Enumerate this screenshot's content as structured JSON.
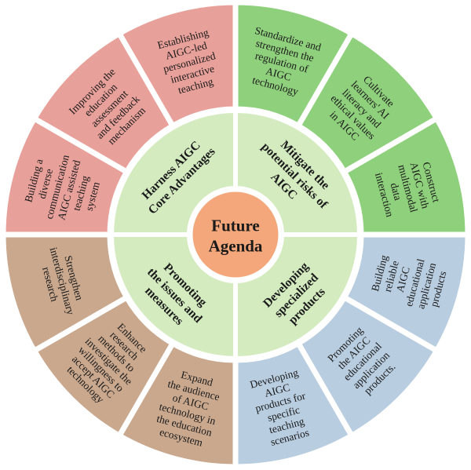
{
  "center": {
    "lines": [
      "Future",
      "Agenda"
    ],
    "color": "#f4a77a"
  },
  "inner_ring_color": "#d4ebc0",
  "quadrants": [
    {
      "key": "mitigate",
      "lines": [
        "Mitigate the",
        "potential risks of",
        "AIGC"
      ]
    },
    {
      "key": "developing",
      "lines": [
        "Developing",
        "specialized",
        "products"
      ]
    },
    {
      "key": "promoting",
      "lines": [
        "Promoting",
        "the issues and",
        "measures"
      ]
    },
    {
      "key": "harness",
      "lines": [
        "Harness AIGC",
        "Core Advantages"
      ]
    }
  ],
  "outer_segments": [
    {
      "key": "standardize",
      "color": "#8fd07c",
      "lines": [
        "Standardize and",
        "strengthen the",
        "regulation of",
        "AIGC",
        "technology"
      ]
    },
    {
      "key": "cultivate",
      "color": "#8fd07c",
      "lines": [
        "Cultivate",
        "learners' AI",
        "literacy and",
        "ethical values",
        "in AIGC"
      ]
    },
    {
      "key": "construct",
      "color": "#8fd07c",
      "lines": [
        "Construct",
        "AIGC with",
        "multimodal",
        "data",
        "interaction"
      ]
    },
    {
      "key": "building-reliable",
      "color": "#b9cde0",
      "lines": [
        "Building",
        "reliable",
        "AIGC",
        "educational",
        "application",
        "products"
      ]
    },
    {
      "key": "promoting-aigc",
      "color": "#b9cde0",
      "lines": [
        "Promoting",
        "the AIGC",
        "educational",
        "application",
        "products."
      ]
    },
    {
      "key": "developing-aigc",
      "color": "#b9cde0",
      "lines": [
        "Developing",
        "AIGC",
        "products for",
        "specific",
        "teaching",
        "scenarios"
      ]
    },
    {
      "key": "expand",
      "color": "#c9a88e",
      "lines": [
        "Expand",
        "the audience",
        "of AIGC",
        "technology in",
        "the education",
        "ecosystem"
      ]
    },
    {
      "key": "enhance",
      "color": "#c9a88e",
      "lines": [
        "Enhance",
        "research",
        "methods to",
        "investigate the",
        "willingness to",
        "accept AIGC",
        "technology"
      ]
    },
    {
      "key": "strengthen",
      "color": "#c9a88e",
      "lines": [
        "Strengthen",
        "interdisciplinary",
        "research"
      ]
    },
    {
      "key": "building-diverse",
      "color": "#e8a09a",
      "lines": [
        "Building a",
        "diverse",
        "communication",
        "AIGC assisted",
        "teaching",
        "system"
      ]
    },
    {
      "key": "improving",
      "color": "#e8a09a",
      "lines": [
        "Improving the",
        "education",
        "assessment",
        "and feedback",
        "mechanism"
      ]
    },
    {
      "key": "establishing",
      "color": "#e8a09a",
      "lines": [
        "Establishing",
        "AIGC-led",
        "personalized",
        "interactive",
        "teaching"
      ]
    }
  ]
}
